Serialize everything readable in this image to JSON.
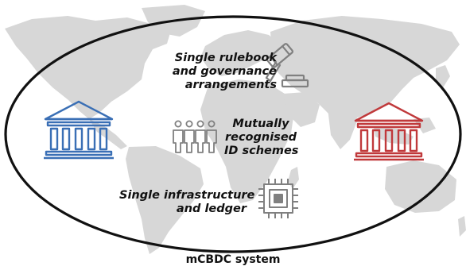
{
  "labels": {
    "rulebook": [
      "Single rulebook",
      "and governance",
      "arrangements"
    ],
    "id_schemes": [
      "Mutually",
      "recognised",
      "ID schemes"
    ],
    "infrastructure": [
      "Single infrastructure",
      "and ledger"
    ]
  },
  "caption": "mCBDC system",
  "colors": {
    "left_bank": "#3a6fb5",
    "right_bank": "#c0393b",
    "map": "#d7d7d7",
    "icon_gray": "#808080",
    "ellipse": "#111111"
  },
  "icons": {
    "left": "bank-icon",
    "right": "bank-icon",
    "rulebook": "gavel-icon",
    "id_schemes": "people-group-icon",
    "infrastructure": "microchip-icon"
  }
}
